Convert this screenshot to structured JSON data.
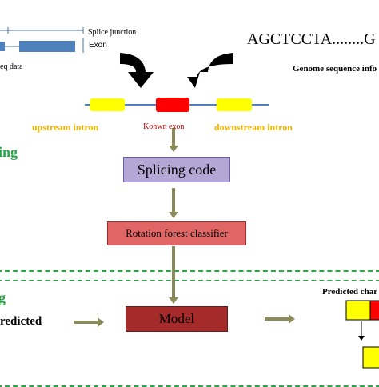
{
  "top_left": {
    "splice_junction_label": "Splice junction",
    "exon_label": "Exon",
    "rnaseq_label": "eq data"
  },
  "top_right": {
    "sequence_text": "AGCTCCTA........G",
    "genome_label": "Genome sequence info"
  },
  "exon_track": {
    "upstream_label": "upstream intron",
    "known_exon_label": "Konwn exon",
    "downstream_label": "downstream intron"
  },
  "section_one_label": "ing",
  "splicing_code_label": "Splicing code",
  "classifier_label": "Rotation forest classifier",
  "section_two_label": "g",
  "predicted_left_label": "redicted",
  "model_label": "Model",
  "predicted_right_label": "Predicted char",
  "colors": {
    "green": "#2ca44a",
    "yellow": "#ffff00",
    "red": "#ff0000",
    "dark_red": "#a52a2a",
    "olive_arrow": "#8b8b5a",
    "blue_block": "#4f81bd",
    "lavender": "#b4a7d6",
    "orange_text": "#f2b400"
  }
}
